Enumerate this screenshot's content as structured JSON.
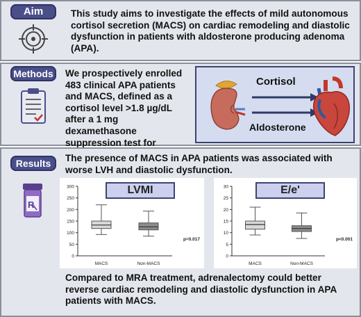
{
  "aim": {
    "label": "Aim",
    "icon": "target-icon",
    "text": "This study aims to investigate the effects of mild autonomous cortisol secretion (MACS) on cardiac remodeling and diastolic dysfunction in patients with aldosterone producing adenoma (APA)."
  },
  "methods": {
    "label": "Methods",
    "icon": "clipboard-icon",
    "text": "We prospectively enrolled 483 clinical APA patients and MACS, defined as a cortisol level >1.8 µg/dL after a 1 mg dexamethasone suppression test for further analysis.",
    "diagram": {
      "cortisol_label": "Cortisol",
      "aldosterone_label": "Aldosterone",
      "adrenal_icon": "adrenal-kidney-icon",
      "heart_icon": "heart-icon"
    }
  },
  "results": {
    "label": "Results",
    "icon": "rx-bottle-icon",
    "finding": "The presence of MACS in APA patients was associated with worse LVH and diastolic dysfunction.",
    "conclusion": "Compared to MRA treatment, adrenalectomy could better reverse cardiac remodeling and diastolic dysfunction in APA patients with MACS."
  },
  "chart_data": [
    {
      "type": "box",
      "title": "LVMI",
      "categories": [
        "MACS",
        "Non-MACS"
      ],
      "boxes": [
        {
          "min": 92,
          "q1": 118,
          "median": 133,
          "q3": 150,
          "max": 220
        },
        {
          "min": 85,
          "q1": 112,
          "median": 125,
          "q3": 142,
          "max": 193
        }
      ],
      "ylim": [
        0,
        300
      ],
      "yticks": [
        0,
        50,
        100,
        150,
        200,
        250,
        300
      ],
      "annotation": "p=0.017",
      "fill_colors": [
        "#d8d8d8",
        "#8c8c8c"
      ]
    },
    {
      "type": "box",
      "title": "E/e'",
      "categories": [
        "MACS",
        "Non-MACS"
      ],
      "boxes": [
        {
          "min": 9,
          "q1": 11.5,
          "median": 13.5,
          "q3": 15,
          "max": 21
        },
        {
          "min": 7.5,
          "q1": 10.5,
          "median": 11.8,
          "q3": 13,
          "max": 18.5
        }
      ],
      "ylim": [
        0,
        30
      ],
      "yticks": [
        0,
        5,
        10,
        15,
        20,
        25,
        30
      ],
      "annotation": "p<0.001",
      "fill_colors": [
        "#d8d8d8",
        "#8c8c8c"
      ]
    }
  ],
  "colors": {
    "tag_bg": "#4a4f8a",
    "panel_bg": "#e3e6ec",
    "inset_bg": "#d5dcf0",
    "arrow": "#2f3a66"
  }
}
